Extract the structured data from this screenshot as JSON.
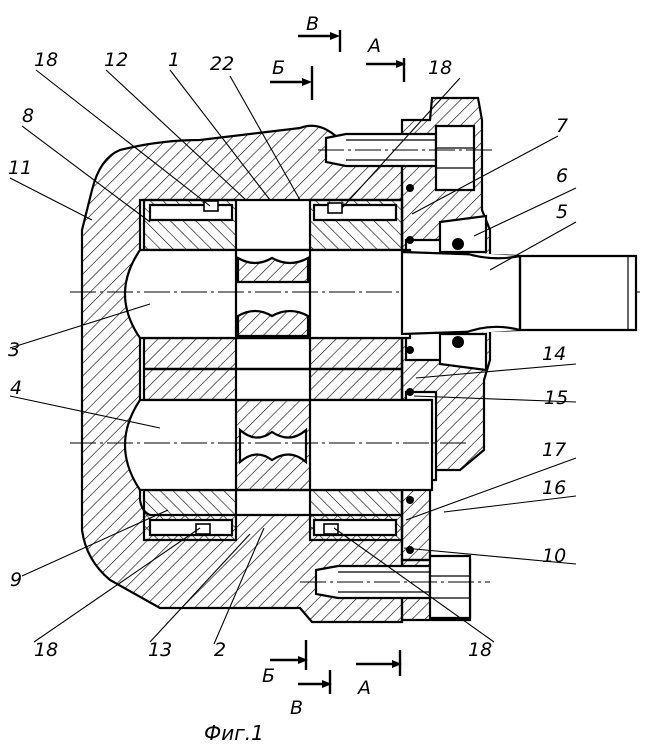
{
  "figure": {
    "caption": "Фиг.1",
    "part_labels": [
      "1",
      "2",
      "3",
      "4",
      "5",
      "6",
      "7",
      "8",
      "9",
      "10",
      "11",
      "12",
      "13",
      "14",
      "15",
      "16",
      "17",
      "18",
      "22"
    ],
    "section_letters": {
      "top_v": "В",
      "top_a": "А",
      "top_b": "Б",
      "bottom_b": "Б",
      "bottom_a": "А",
      "bottom_v": "В"
    }
  },
  "labels": {
    "l18_tl": "18",
    "l12": "12",
    "l1": "1",
    "l22": "22",
    "l18_tr": "18",
    "l8": "8",
    "l7": "7",
    "l11": "11",
    "l6": "6",
    "l5": "5",
    "l3": "3",
    "l14": "14",
    "l4": "4",
    "l15": "15",
    "l17": "17",
    "l16": "16",
    "l10": "10",
    "l9": "9",
    "l18_bl": "18",
    "l13": "13",
    "l2": "2",
    "l18_br": "18"
  }
}
